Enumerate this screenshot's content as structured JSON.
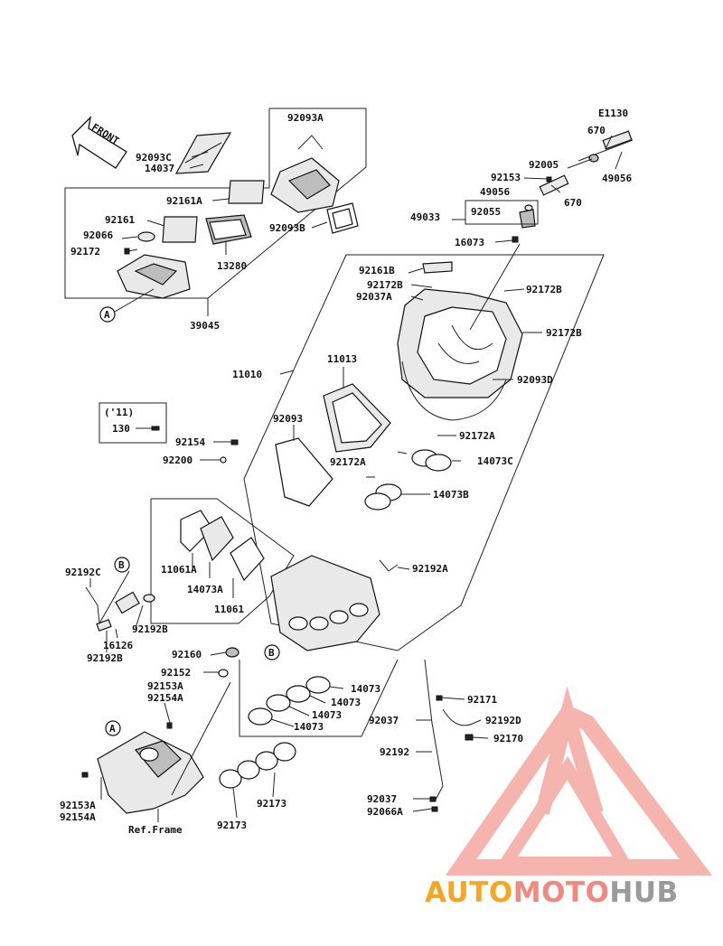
{
  "diagram": {
    "code": "E1130",
    "front_label": "FRONT",
    "year_note": "('11)",
    "callout_a": "A",
    "callout_b": "B",
    "ref_frame": "Ref.Frame",
    "labels": [
      {
        "id": "l01",
        "text": "92093A"
      },
      {
        "id": "l02",
        "text": "92093C"
      },
      {
        "id": "l03",
        "text": "14037"
      },
      {
        "id": "l04",
        "text": "92161A"
      },
      {
        "id": "l05",
        "text": "92161"
      },
      {
        "id": "l06",
        "text": "92066"
      },
      {
        "id": "l07",
        "text": "92172"
      },
      {
        "id": "l08",
        "text": "92093B"
      },
      {
        "id": "l09",
        "text": "13280"
      },
      {
        "id": "l10",
        "text": "39045"
      },
      {
        "id": "l11",
        "text": "670"
      },
      {
        "id": "l12",
        "text": "92005"
      },
      {
        "id": "l13",
        "text": "92153"
      },
      {
        "id": "l14",
        "text": "49056"
      },
      {
        "id": "l15",
        "text": "49056"
      },
      {
        "id": "l16",
        "text": "670"
      },
      {
        "id": "l17",
        "text": "49033"
      },
      {
        "id": "l18",
        "text": "92055"
      },
      {
        "id": "l19",
        "text": "16073"
      },
      {
        "id": "l20",
        "text": "92161B"
      },
      {
        "id": "l21",
        "text": "92172B"
      },
      {
        "id": "l22",
        "text": "92037A"
      },
      {
        "id": "l23",
        "text": "92172B"
      },
      {
        "id": "l24",
        "text": "92172B"
      },
      {
        "id": "l25",
        "text": "11010"
      },
      {
        "id": "l26",
        "text": "11013"
      },
      {
        "id": "l27",
        "text": "92093D"
      },
      {
        "id": "l28",
        "text": "130"
      },
      {
        "id": "l29",
        "text": "92154"
      },
      {
        "id": "l30",
        "text": "92093"
      },
      {
        "id": "l31",
        "text": "92200"
      },
      {
        "id": "l32",
        "text": "92172A"
      },
      {
        "id": "l33",
        "text": "92172A"
      },
      {
        "id": "l34",
        "text": "14073C"
      },
      {
        "id": "l35",
        "text": "14073B"
      },
      {
        "id": "l36",
        "text": "11061A"
      },
      {
        "id": "l37",
        "text": "14073A"
      },
      {
        "id": "l38",
        "text": "11061"
      },
      {
        "id": "l39",
        "text": "92192A"
      },
      {
        "id": "l40",
        "text": "92192C"
      },
      {
        "id": "l41",
        "text": "92192B"
      },
      {
        "id": "l42",
        "text": "16126"
      },
      {
        "id": "l43",
        "text": "92192B"
      },
      {
        "id": "l44",
        "text": "92160"
      },
      {
        "id": "l45",
        "text": "92152"
      },
      {
        "id": "l46",
        "text": "92153A"
      },
      {
        "id": "l47",
        "text": "92154A"
      },
      {
        "id": "l48",
        "text": "14073"
      },
      {
        "id": "l49",
        "text": "14073"
      },
      {
        "id": "l50",
        "text": "14073"
      },
      {
        "id": "l51",
        "text": "14073"
      },
      {
        "id": "l52",
        "text": "92171"
      },
      {
        "id": "l53",
        "text": "92037"
      },
      {
        "id": "l54",
        "text": "92192D"
      },
      {
        "id": "l55",
        "text": "92170"
      },
      {
        "id": "l56",
        "text": "92192"
      },
      {
        "id": "l57",
        "text": "92037"
      },
      {
        "id": "l58",
        "text": "92066A"
      },
      {
        "id": "l59",
        "text": "92153A"
      },
      {
        "id": "l60",
        "text": "92154A"
      },
      {
        "id": "l61",
        "text": "92173"
      },
      {
        "id": "l62",
        "text": "92173"
      }
    ]
  },
  "watermark": {
    "part1": "AUTO",
    "part2": "MOTO",
    "part3": "HUB",
    "color1": "#f5a623",
    "color2": "#f08a7e",
    "color3": "#9a9a9a"
  }
}
